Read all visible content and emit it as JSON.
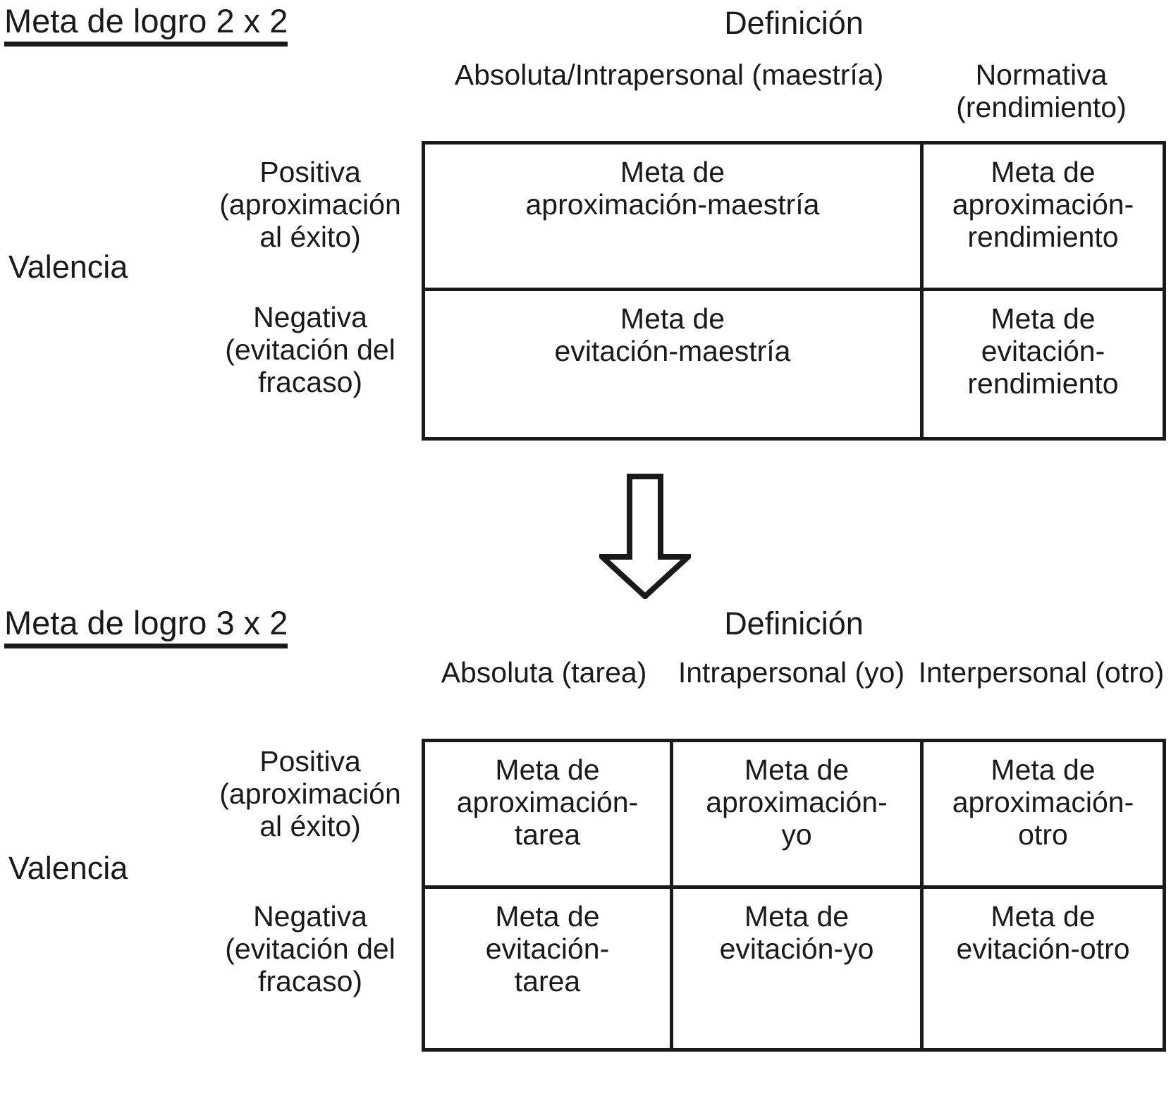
{
  "tables": [
    {
      "title": "Meta de logro 2 x 2",
      "definition_heading": "Definición",
      "column_headers": [
        "Absoluta/Intrapersonal\n(maestría)",
        "Normativa\n(rendimiento)"
      ],
      "row_axis_label": "Valencia",
      "row_headers": [
        "Positiva\n(aproximación\nal éxito)",
        "Negativa\n(evitación del\nfracaso)"
      ],
      "cells": [
        [
          "Meta de\naproximación-maestría",
          "Meta de\naproximación-\nrendimiento"
        ],
        [
          "Meta de\nevitación-maestría",
          "Meta de\nevitación-\nrendimiento"
        ]
      ]
    },
    {
      "title": "Meta de logro 3 x 2",
      "definition_heading": "Definición",
      "column_headers": [
        "Absoluta\n(tarea)",
        "Intrapersonal\n(yo)",
        "Interpersonal\n(otro)"
      ],
      "row_axis_label": "Valencia",
      "row_headers": [
        "Positiva\n(aproximación\nal éxito)",
        "Negativa\n(evitación del\nfracaso)"
      ],
      "cells": [
        [
          "Meta de\naproximación-\ntarea",
          "Meta de\naproximación-\nyo",
          "Meta de\naproximación-\notro"
        ],
        [
          "Meta de\nevitación-\ntarea",
          "Meta de\nevitación-yo",
          "Meta de\nevitación-otro"
        ]
      ]
    }
  ],
  "connector": {
    "icon": "down-block-arrow",
    "color": "#1a1a1a"
  }
}
